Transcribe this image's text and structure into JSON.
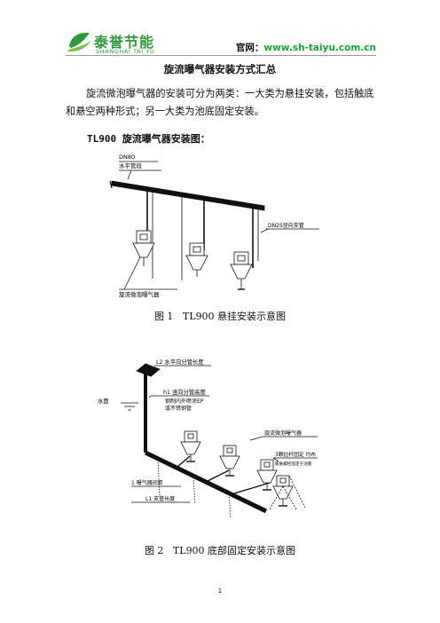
{
  "header": {
    "logo_cn": "泰誉节能",
    "logo_en": "SHANGHAI TAI YU",
    "site_label": "官网：",
    "site_url": "www.sh-taiyu.com.cn"
  },
  "document": {
    "title": "旋流曝气器安装方式汇总",
    "paragraph": "旋流微泡曝气器的安装可分为两类：一大类为悬挂安装，包括触底和悬空两种形式；另一大类为池底固定安装。",
    "subheading": "TL900 旋流曝气器安装图："
  },
  "figure1": {
    "label_dn80": "DN80",
    "label_pipe": "水平管段",
    "label_branch": "DN25竖向支管",
    "label_aerator": "旋流微泡曝气器",
    "caption": "图 1   TL900 悬挂安装示意图"
  },
  "figure2": {
    "label_l2": "L2  水平向分管长度",
    "label_h1": "h1  竖向分管高度",
    "label_material1": "钢制内外喷涂EP",
    "label_material2": "或不锈钢管",
    "label_water": "水面",
    "label_aerator": "旋流微泡曝气器",
    "label_fix": "3颗拉杆固定  均布",
    "label_fix_sub": "膨胀螺栓固定于池底",
    "label_spacing": "1  曝气器间距",
    "label_l1": "L1  支管长度",
    "caption": "图 2   TL900 底部固定安装示意图"
  },
  "footer": {
    "page_number": "1"
  },
  "colors": {
    "brand_green": "#2e9a3c",
    "link_green": "#1aa43a"
  }
}
